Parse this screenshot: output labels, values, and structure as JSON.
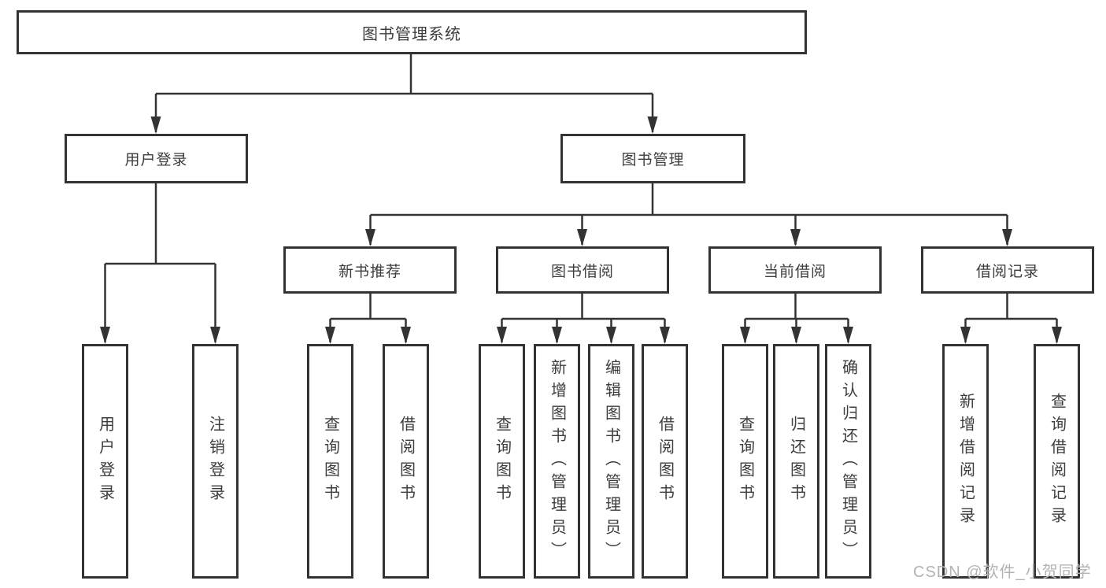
{
  "diagram_type": "hierarchy-tree",
  "colors": {
    "background": "#ffffff",
    "box_fill": "#ffffff",
    "box_border": "#333333",
    "connector_line": "#333333",
    "text": "#3d3d3d",
    "watermark_text": "#b3b3b3"
  },
  "nodes": {
    "root": "图书管理系统",
    "user_login": "用户登录",
    "book_management": "图书管理",
    "new_book_rec": "新书推荐",
    "book_borrowing": "图书借阅",
    "current_borrowing": "当前借阅",
    "borrowing_records": "借阅记录",
    "leaf_user_login": "用户登录",
    "leaf_logout": "注销登录",
    "leaf_search_book_1": "查询图书",
    "leaf_borrow_book_1": "借阅图书",
    "leaf_search_book_2": "查询图书",
    "leaf_add_book": "新增图书（管理员）",
    "leaf_edit_book": "编辑图书（管理员）",
    "leaf_borrow_book_2": "借阅图书",
    "leaf_search_book_3": "查询图书",
    "leaf_return_book": "归还图书",
    "leaf_confirm_return": "确认归还（管理员）",
    "leaf_add_borrow_record": "新增借阅记录",
    "leaf_search_borrow_record": "查询借阅记录"
  },
  "hierarchy": {
    "图书管理系统": {
      "用户登录": [
        "用户登录",
        "注销登录"
      ],
      "图书管理": {
        "新书推荐": [
          "查询图书",
          "借阅图书"
        ],
        "图书借阅": [
          "查询图书",
          "新增图书（管理员）",
          "编辑图书（管理员）",
          "借阅图书"
        ],
        "当前借阅": [
          "查询图书",
          "归还图书",
          "确认归还（管理员）"
        ],
        "借阅记录": [
          "新增借阅记录",
          "查询借阅记录"
        ]
      }
    }
  },
  "watermark": "CSDN @软件_小贺同学"
}
